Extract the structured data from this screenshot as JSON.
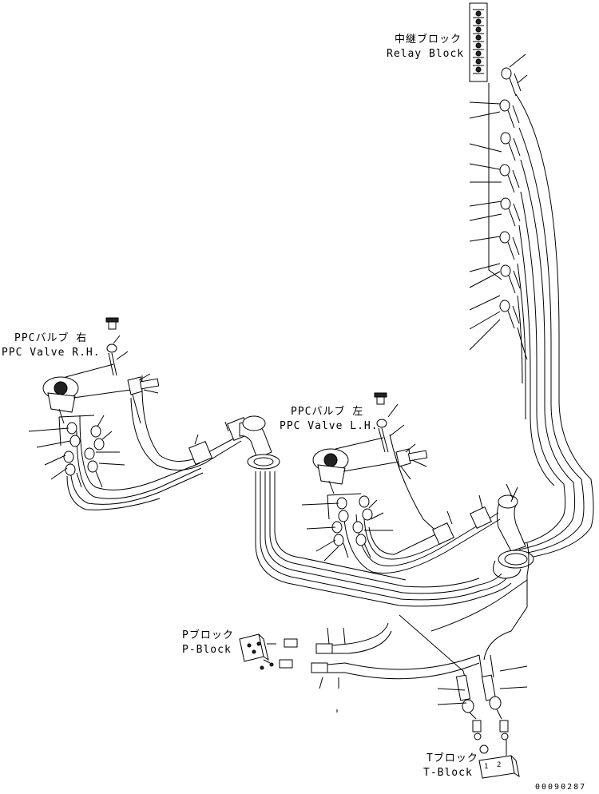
{
  "labels": {
    "relay_block_jp": "中継ブロック",
    "relay_block_en": "Relay Block",
    "ppc_rh_jp": "PPCバルブ 右",
    "ppc_rh_en": "PPC Valve R.H.",
    "ppc_lh_jp": "PPCバルブ 左",
    "ppc_lh_en": "PPC Valve L.H.",
    "p_block_jp": "Pブロック",
    "p_block_en": "P-Block",
    "t_block_jp": "Tブロック",
    "t_block_en": "T-Block",
    "doc_number": "00090287"
  },
  "t_block_ports": [
    "1",
    "2"
  ]
}
